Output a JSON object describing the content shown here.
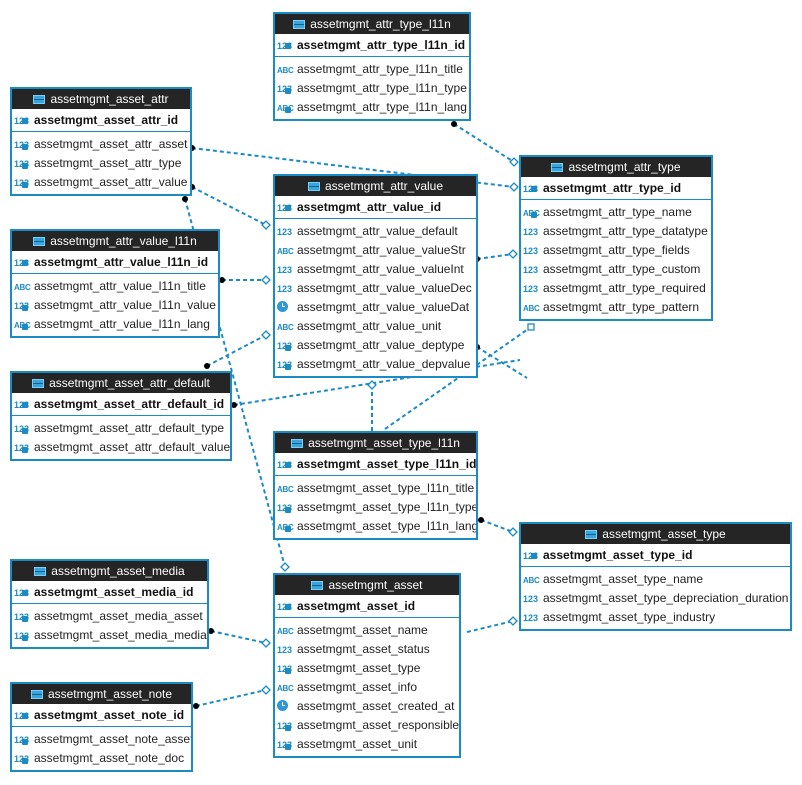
{
  "colors": {
    "accent": "#1a8bc4",
    "header_bg": "#252525",
    "link": "#1a8bc4"
  },
  "entities": [
    {
      "id": "attr_type_l11n",
      "title": "assetmgmt_attr_type_l11n",
      "pk": {
        "label": "assetmgmt_attr_type_l11n_id",
        "icon": "123-key"
      },
      "attrs": [
        {
          "label": "assetmgmt_attr_type_l11n_title",
          "icon": "abc"
        },
        {
          "label": "assetmgmt_attr_type_l11n_type",
          "icon": "123-fk"
        },
        {
          "label": "assetmgmt_attr_type_l11n_lang",
          "icon": "abc-fk"
        }
      ]
    },
    {
      "id": "asset_attr",
      "title": "assetmgmt_asset_attr",
      "pk": {
        "label": "assetmgmt_asset_attr_id",
        "icon": "123-key"
      },
      "attrs": [
        {
          "label": "assetmgmt_asset_attr_asset",
          "icon": "123-fk"
        },
        {
          "label": "assetmgmt_asset_attr_type",
          "icon": "123-fk"
        },
        {
          "label": "assetmgmt_asset_attr_value",
          "icon": "123-fk"
        }
      ]
    },
    {
      "id": "attr_value",
      "title": "assetmgmt_attr_value",
      "pk": {
        "label": "assetmgmt_attr_value_id",
        "icon": "123-key"
      },
      "attrs": [
        {
          "label": "assetmgmt_attr_value_default",
          "icon": "123"
        },
        {
          "label": "assetmgmt_attr_value_valueStr",
          "icon": "abc"
        },
        {
          "label": "assetmgmt_attr_value_valueInt",
          "icon": "123"
        },
        {
          "label": "assetmgmt_attr_value_valueDec",
          "icon": "123"
        },
        {
          "label": "assetmgmt_attr_value_valueDat",
          "icon": "clock"
        },
        {
          "label": "assetmgmt_attr_value_unit",
          "icon": "abc"
        },
        {
          "label": "assetmgmt_attr_value_deptype",
          "icon": "123-fk"
        },
        {
          "label": "assetmgmt_attr_value_depvalue",
          "icon": "123-fk"
        }
      ]
    },
    {
      "id": "attr_type",
      "title": "assetmgmt_attr_type",
      "pk": {
        "label": "assetmgmt_attr_type_id",
        "icon": "123-key"
      },
      "attrs": [
        {
          "label": "assetmgmt_attr_type_name",
          "icon": "abc-key"
        },
        {
          "label": "assetmgmt_attr_type_datatype",
          "icon": "123"
        },
        {
          "label": "assetmgmt_attr_type_fields",
          "icon": "123"
        },
        {
          "label": "assetmgmt_attr_type_custom",
          "icon": "123"
        },
        {
          "label": "assetmgmt_attr_type_required",
          "icon": "123"
        },
        {
          "label": "assetmgmt_attr_type_pattern",
          "icon": "abc"
        }
      ]
    },
    {
      "id": "attr_value_l11n",
      "title": "assetmgmt_attr_value_l11n",
      "pk": {
        "label": "assetmgmt_attr_value_l11n_id",
        "icon": "123-key"
      },
      "attrs": [
        {
          "label": "assetmgmt_attr_value_l11n_title",
          "icon": "abc"
        },
        {
          "label": "assetmgmt_attr_value_l11n_value",
          "icon": "123-fk"
        },
        {
          "label": "assetmgmt_attr_value_l11n_lang",
          "icon": "abc-fk"
        }
      ]
    },
    {
      "id": "asset_attr_default",
      "title": "assetmgmt_asset_attr_default",
      "pk": {
        "label": "assetmgmt_asset_attr_default_id",
        "icon": "123-key"
      },
      "attrs": [
        {
          "label": "assetmgmt_asset_attr_default_type",
          "icon": "123-fk"
        },
        {
          "label": "assetmgmt_asset_attr_default_value",
          "icon": "123-fk"
        }
      ]
    },
    {
      "id": "asset_type_l11n",
      "title": "assetmgmt_asset_type_l11n",
      "pk": {
        "label": "assetmgmt_asset_type_l11n_id",
        "icon": "123-key"
      },
      "attrs": [
        {
          "label": "assetmgmt_asset_type_l11n_title",
          "icon": "abc"
        },
        {
          "label": "assetmgmt_asset_type_l11n_type",
          "icon": "123-fk"
        },
        {
          "label": "assetmgmt_asset_type_l11n_lang",
          "icon": "abc-fk"
        }
      ]
    },
    {
      "id": "asset_type",
      "title": "assetmgmt_asset_type",
      "pk": {
        "label": "assetmgmt_asset_type_id",
        "icon": "123-key"
      },
      "attrs": [
        {
          "label": "assetmgmt_asset_type_name",
          "icon": "abc"
        },
        {
          "label": "assetmgmt_asset_type_depreciation_duration",
          "icon": "123"
        },
        {
          "label": "assetmgmt_asset_type_industry",
          "icon": "123"
        }
      ]
    },
    {
      "id": "asset_media",
      "title": "assetmgmt_asset_media",
      "pk": {
        "label": "assetmgmt_asset_media_id",
        "icon": "123-key"
      },
      "attrs": [
        {
          "label": "assetmgmt_asset_media_asset",
          "icon": "123-fk"
        },
        {
          "label": "assetmgmt_asset_media_media",
          "icon": "123-fk"
        }
      ]
    },
    {
      "id": "asset",
      "title": "assetmgmt_asset",
      "pk": {
        "label": "assetmgmt_asset_id",
        "icon": "123-key"
      },
      "attrs": [
        {
          "label": "assetmgmt_asset_name",
          "icon": "abc"
        },
        {
          "label": "assetmgmt_asset_status",
          "icon": "123"
        },
        {
          "label": "assetmgmt_asset_type",
          "icon": "123-fk"
        },
        {
          "label": "assetmgmt_asset_info",
          "icon": "abc"
        },
        {
          "label": "assetmgmt_asset_created_at",
          "icon": "clock"
        },
        {
          "label": "assetmgmt_asset_responsible",
          "icon": "123-fk"
        },
        {
          "label": "assetmgmt_asset_unit",
          "icon": "123-fk"
        }
      ]
    },
    {
      "id": "asset_note",
      "title": "assetmgmt_asset_note",
      "pk": {
        "label": "assetmgmt_asset_note_id",
        "icon": "123-key"
      },
      "attrs": [
        {
          "label": "assetmgmt_asset_note_asset",
          "icon": "123-fk"
        },
        {
          "label": "assetmgmt_asset_note_doc",
          "icon": "123-fk"
        }
      ]
    }
  ]
}
